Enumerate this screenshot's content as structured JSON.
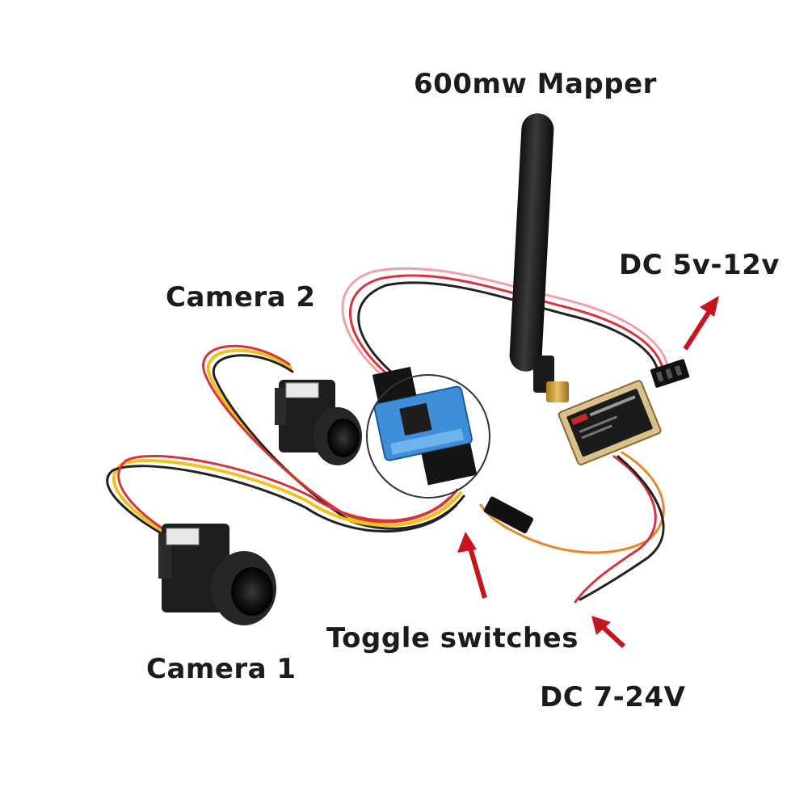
{
  "labels": {
    "mapper": "600mw Mapper",
    "dc_low": "DC 5v-12v",
    "camera2": "Camera 2",
    "toggle": "Toggle switches",
    "camera1": "Camera 1",
    "dc_high": "DC 7-24V"
  },
  "colors": {
    "arrow": "#c8141e",
    "text": "#1c1c1c",
    "wire_yellow": "#f2c21a",
    "wire_red": "#d8323a",
    "wire_black": "#222222",
    "wire_orange": "#e8862a",
    "wire_pink": "#f0a0a8",
    "camera_body": "#1e1e1e",
    "board_blue": "#3f8fd8",
    "transmitter_case": "#d9c28a"
  }
}
